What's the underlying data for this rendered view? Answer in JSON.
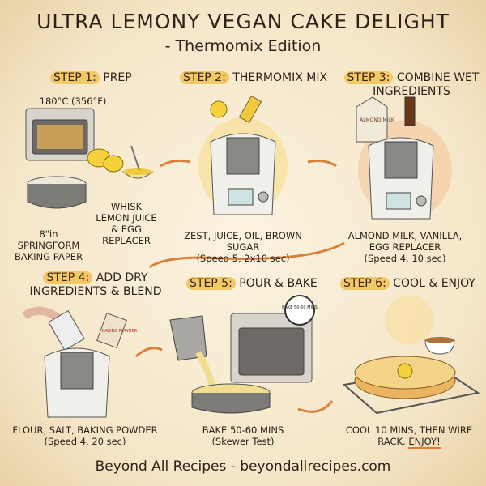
{
  "title": "ULTRA LEMONY VEGAN CAKE DELIGHT",
  "subtitle": "- Thermomix Edition",
  "colors": {
    "step_highlight": "#f3c866",
    "arrow": "#d9803a",
    "text": "#2e2118",
    "background": "#f8ecd4"
  },
  "steps": [
    {
      "number": "STEP 1:",
      "label": "PREP",
      "oven_temp": "180°C (356°F)",
      "captions": [
        "8\"in SPRINGFORM BAKING PAPER",
        "WHISK LEMON JUICE & EGG REPLACER"
      ]
    },
    {
      "number": "STEP 2:",
      "label": "THERMOMIX MIX",
      "caption": "ZEST, JUICE, OIL, BROWN SUGAR",
      "setting": "(Speed 5, 2x10 sec)"
    },
    {
      "number": "STEP 3:",
      "label": "COMBINE WET INGREDIENTS",
      "carton_label": "ALMOND MILK",
      "caption": "ALMOND MILK, VANILLA, EGG REPLACER",
      "setting": "(Speed 4, 10 sec)"
    },
    {
      "number": "STEP 4:",
      "label": "ADD DRY INGREDIENTS & BLEND",
      "can_label": "BAKING POWDER",
      "caption": "FLOUR, SALT, BAKING POWDER",
      "setting": "(Speed 4, 20 sec)"
    },
    {
      "number": "STEP 5:",
      "label": "POUR & BAKE",
      "timer_label": "BAKE 50-60 MINS",
      "caption": "BAKE 50-60 MINS",
      "setting": "(Skewer Test)"
    },
    {
      "number": "STEP 6:",
      "label": "COOL & ENJOY",
      "caption": "COOL 10 MINS, THEN WIRE RACK.",
      "caption_emphasis": "ENJOY!"
    }
  ],
  "footer": "Beyond All Recipes - beyondallrecipes.com"
}
